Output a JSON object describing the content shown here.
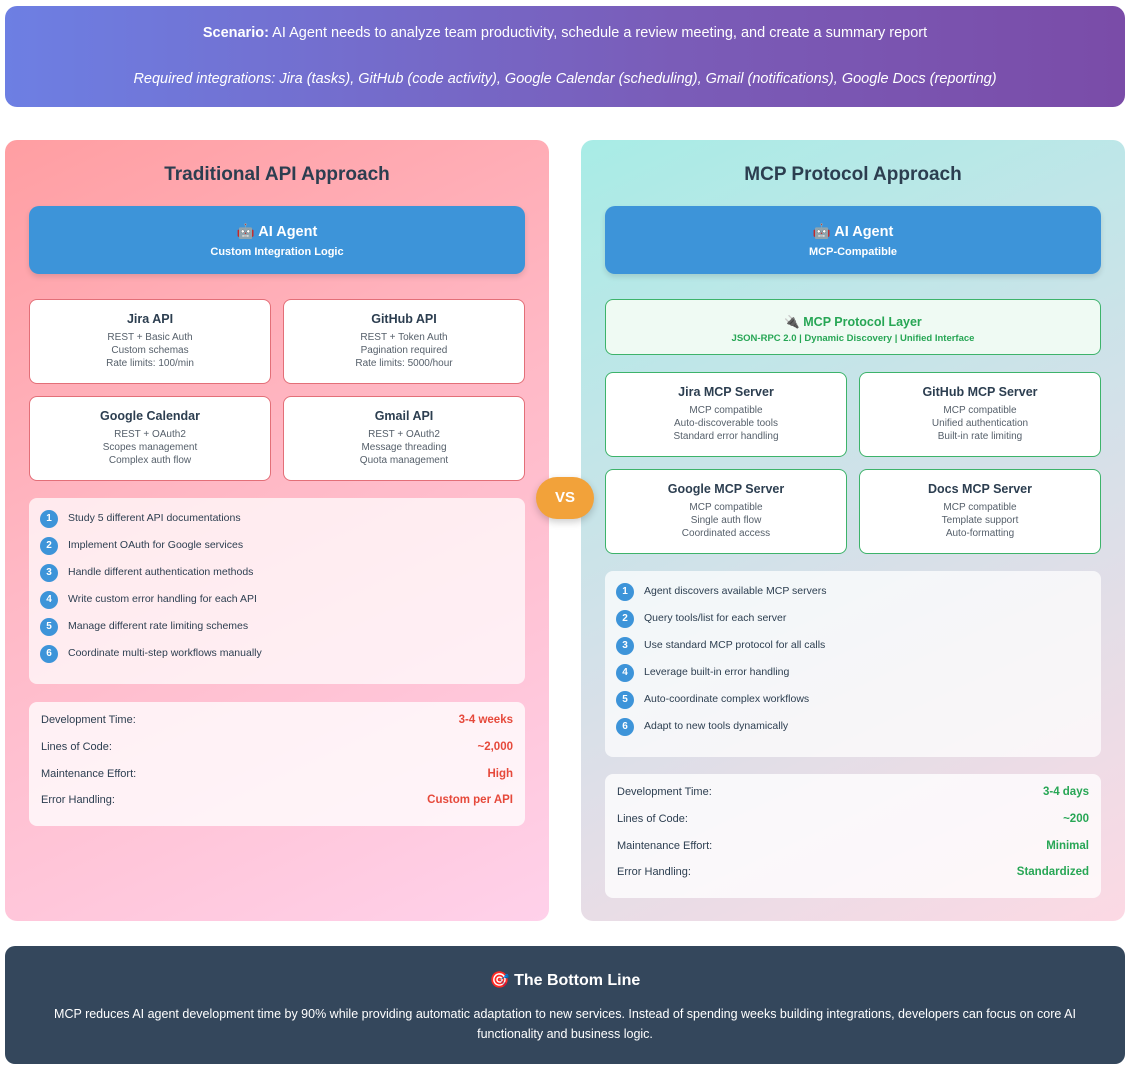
{
  "scenario": {
    "label": "Scenario:",
    "text": "AI Agent needs to analyze team productivity, schedule a review meeting, and create a summary report",
    "integrations": "Required integrations: Jira (tasks), GitHub (code activity), Google Calendar (scheduling), Gmail (notifications), Google Docs (reporting)"
  },
  "vs_label": "VS",
  "traditional": {
    "title": "Traditional API Approach",
    "agent": {
      "icon": "🤖",
      "name": "AI Agent",
      "sub": "Custom Integration Logic"
    },
    "apis": [
      {
        "name": "Jira API",
        "lines": [
          "REST + Basic Auth",
          "Custom schemas",
          "Rate limits: 100/min"
        ]
      },
      {
        "name": "GitHub API",
        "lines": [
          "REST + Token Auth",
          "Pagination required",
          "Rate limits: 5000/hour"
        ]
      },
      {
        "name": "Google Calendar",
        "lines": [
          "REST + OAuth2",
          "Scopes management",
          "Complex auth flow"
        ]
      },
      {
        "name": "Gmail API",
        "lines": [
          "REST + OAuth2",
          "Message threading",
          "Quota management"
        ]
      }
    ],
    "steps": [
      {
        "num": "1",
        "text": "Study 5 different API documentations"
      },
      {
        "num": "2",
        "text": "Implement OAuth for Google services"
      },
      {
        "num": "3",
        "text": "Handle different authentication methods"
      },
      {
        "num": "4",
        "text": "Write custom error handling for each API"
      },
      {
        "num": "5",
        "text": "Manage different rate limiting schemes"
      },
      {
        "num": "6",
        "text": "Coordinate multi-step workflows manually"
      }
    ],
    "metrics": [
      {
        "label": "Development Time:",
        "value": "3-4 weeks"
      },
      {
        "label": "Lines of Code:",
        "value": "~2,000"
      },
      {
        "label": "Maintenance Effort:",
        "value": "High"
      },
      {
        "label": "Error Handling:",
        "value": "Custom per API"
      }
    ]
  },
  "mcp": {
    "title": "MCP Protocol Approach",
    "agent": {
      "icon": "🤖",
      "name": "AI Agent",
      "sub": "MCP-Compatible"
    },
    "layer": {
      "icon": "🔌",
      "title": "MCP Protocol Layer",
      "sub": "JSON-RPC 2.0 | Dynamic Discovery | Unified Interface"
    },
    "servers": [
      {
        "name": "Jira MCP Server",
        "lines": [
          "MCP compatible",
          "Auto-discoverable tools",
          "Standard error handling"
        ]
      },
      {
        "name": "GitHub MCP Server",
        "lines": [
          "MCP compatible",
          "Unified authentication",
          "Built-in rate limiting"
        ]
      },
      {
        "name": "Google MCP Server",
        "lines": [
          "MCP compatible",
          "Single auth flow",
          "Coordinated access"
        ]
      },
      {
        "name": "Docs MCP Server",
        "lines": [
          "MCP compatible",
          "Template support",
          "Auto-formatting"
        ]
      }
    ],
    "steps": [
      {
        "num": "1",
        "text": "Agent discovers available MCP servers"
      },
      {
        "num": "2",
        "text": "Query tools/list for each server"
      },
      {
        "num": "3",
        "text": "Use standard MCP protocol for all calls"
      },
      {
        "num": "4",
        "text": "Leverage built-in error handling"
      },
      {
        "num": "5",
        "text": "Auto-coordinate complex workflows"
      },
      {
        "num": "6",
        "text": "Adapt to new tools dynamically"
      }
    ],
    "metrics": [
      {
        "label": "Development Time:",
        "value": "3-4 days"
      },
      {
        "label": "Lines of Code:",
        "value": "~200"
      },
      {
        "label": "Maintenance Effort:",
        "value": "Minimal"
      },
      {
        "label": "Error Handling:",
        "value": "Standardized"
      }
    ]
  },
  "bottom": {
    "icon": "🎯",
    "title": "The Bottom Line",
    "text": "MCP reduces AI agent development time by 90% while providing automatic adaptation to new services. Instead of spending weeks building integrations, developers can focus on core AI functionality and business logic."
  }
}
